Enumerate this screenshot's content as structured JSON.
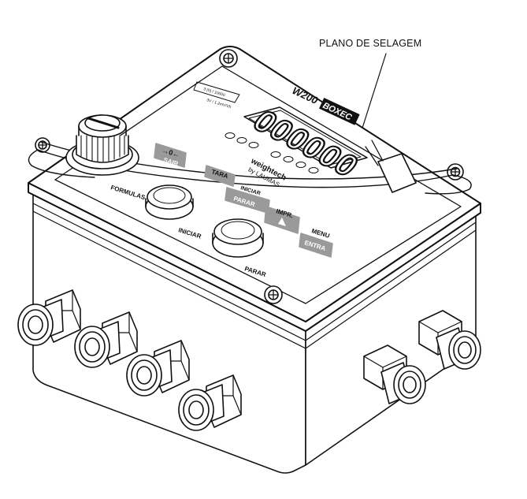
{
  "callout": {
    "label": "PLANO DE SELAGEM"
  },
  "panel": {
    "model": "W200",
    "model_suffix": "BOXEC",
    "display_digits": "000000",
    "brand": "weightech",
    "brand_sub": "by LAUMAS",
    "spec_line_1": "3 (h) / 10000",
    "spec_line_2": "3V / 1.2mV/Vh"
  },
  "keys": {
    "zero": "→0←",
    "sair": "SAIR",
    "tara": "TARA",
    "iniciar": "INICIAR",
    "parar": "PARAR",
    "impr": "IMPR.",
    "menu": "MENU",
    "entra": "ENTRA"
  },
  "labels": {
    "formulas": "FORMULAS",
    "iniciar": "INICIAR",
    "parar": "PARAR"
  },
  "colors": {
    "line": "#111111",
    "key_fill": "#9a9a9a",
    "key_text": "#ffffff"
  }
}
